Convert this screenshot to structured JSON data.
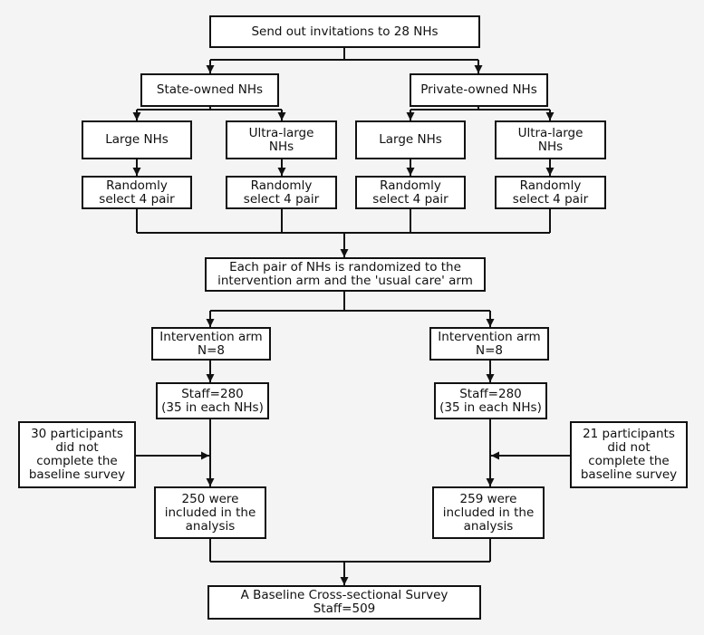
{
  "boxes": {
    "invitations": "Send out invitations to 28 NHs",
    "state_owned": "State-owned NHs",
    "private_owned": "Private-owned NHs",
    "state_large": "Large NHs",
    "state_ultra": "Ultra-large\nNHs",
    "private_large": "Large NHs",
    "private_ultra": "Ultra-large\nNHs",
    "select_1": "Randomly\nselect 4 pair",
    "select_2": "Randomly\nselect 4 pair",
    "select_3": "Randomly\nselect 4 pair",
    "select_4": "Randomly\nselect 4 pair",
    "randomized": "Each pair of NHs is  randomized to the\nintervention arm and the 'usual care' arm",
    "arm_left": "Intervention arm\nN=8",
    "arm_right": "Intervention arm\nN=8",
    "staff_left": "Staff=280\n(35 in each NHs)",
    "staff_right": "Staff=280\n(35 in each NHs)",
    "excluded_left": "30 participants\ndid not\ncomplete the\nbaseline survey",
    "excluded_right": "21 participants\ndid not\ncomplete the\nbaseline survey",
    "included_left": "250 were\nincluded in the\nanalysis",
    "included_right": "259 were\nincluded in the\nanalysis",
    "survey": "A Baseline Cross-sectional Survey\nStaff=509"
  }
}
